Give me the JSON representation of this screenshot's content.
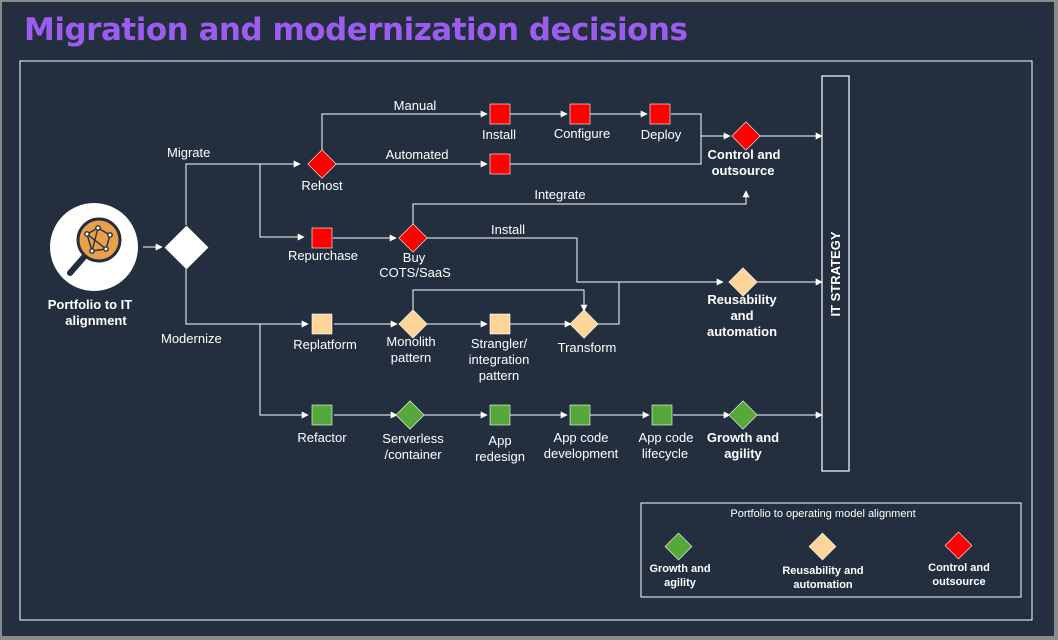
{
  "title": "Migration and modernization decisions",
  "colors": {
    "background": "#232f3e",
    "title": "#9d5cf0",
    "red": "#ff0000",
    "peach": "#fdd49a",
    "green": "#57a83a",
    "line": "#ffffff"
  },
  "icons": {
    "portfolio": "magnifier-network-icon"
  },
  "labels": {
    "portfolio": [
      "Portfolio to IT",
      "alignment"
    ],
    "migrate": "Migrate",
    "modernize": "Modernize",
    "rehost": "Rehost",
    "manual": "Manual",
    "automated": "Automated",
    "install_step": "Install",
    "configure": "Configure",
    "deploy": "Deploy",
    "control": [
      "Control and",
      "outsource"
    ],
    "integrate": "Integrate",
    "repurchase": "Repurchase",
    "buy": [
      "Buy",
      "COTS/SaaS"
    ],
    "install_path": "Install",
    "reusability": [
      "Reusability",
      "and",
      "automation"
    ],
    "replatform": "Replatform",
    "monolith": [
      "Monolith",
      "pattern"
    ],
    "strangler": [
      "Strangler/",
      "integration",
      "pattern"
    ],
    "transform": "Transform",
    "refactor": "Refactor",
    "serverless": [
      "Serverless",
      "/container"
    ],
    "app_redesign": [
      "App",
      "redesign"
    ],
    "app_code_dev": [
      "App code",
      "development"
    ],
    "app_code_life": [
      "App code",
      "lifecycle"
    ],
    "growth": [
      "Growth and",
      "agility"
    ],
    "it_strategy": "IT STRATEGY"
  },
  "legend": {
    "title": "Portfolio  to operating model alignment",
    "items": [
      {
        "label": [
          "Growth and",
          "agility"
        ],
        "color": "green"
      },
      {
        "label": [
          "Reusability and",
          "automation"
        ],
        "color": "peach"
      },
      {
        "label": [
          "Control and",
          "outsource"
        ],
        "color": "red"
      }
    ]
  }
}
